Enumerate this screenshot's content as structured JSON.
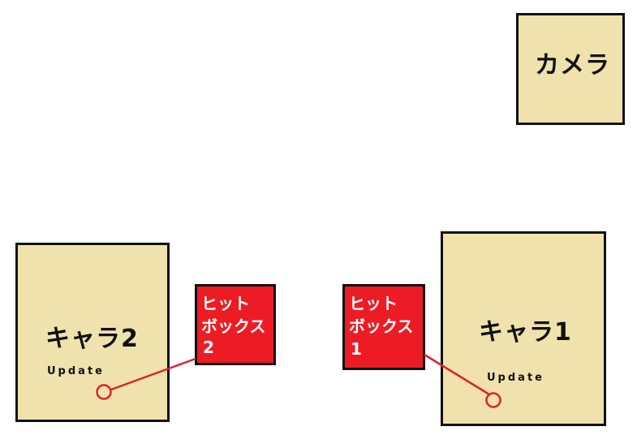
{
  "camera": {
    "label": "カメラ"
  },
  "chara2": {
    "label": "キャラ2",
    "method": "Update"
  },
  "chara1": {
    "label": "キャラ1",
    "method": "Update"
  },
  "hitbox2": {
    "line1": "ヒット",
    "line2": "ボックス",
    "line3": "2"
  },
  "hitbox1": {
    "line1": "ヒット",
    "line2": "ボックス",
    "line3": "1"
  },
  "colors": {
    "box_fill": "#efe2ad",
    "hitbox_fill": "#ed1c24",
    "link": "#e0202a",
    "border": "#111111"
  }
}
